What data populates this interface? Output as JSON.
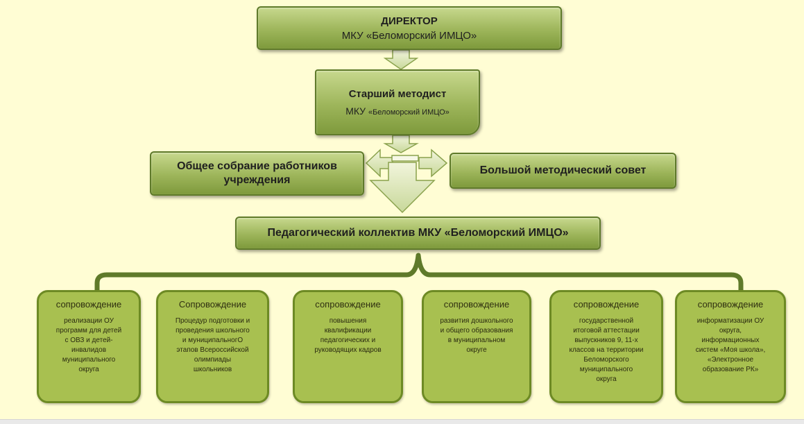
{
  "director": {
    "title": "ДИРЕКТОР",
    "org": "МКУ «Беломорский ИМЦО»"
  },
  "methodist": {
    "title": "Старший методист",
    "org_prefix": "МКУ ",
    "org_rest": "«Беломорский ИМЦО»"
  },
  "assembly": {
    "line1": "Общее собрание работников",
    "line2": "учреждения"
  },
  "council": {
    "title": "Большой методический совет"
  },
  "collective": {
    "title": "Педагогический коллектив МКУ «Беломорский ИМЦО»"
  },
  "cards": [
    {
      "title": "сопровождение",
      "lines": [
        "реализации ОУ",
        "программ для детей",
        "с ОВЗ и детей-",
        "инвалидов",
        "муниципального",
        "округа"
      ]
    },
    {
      "title": "Сопровождение",
      "lines": [
        "Процедур подготовки и",
        "проведения школьного",
        "и муниципальногО",
        "этапов Всероссийской",
        "олимпиады",
        "школьников"
      ]
    },
    {
      "title": "сопровождение",
      "lines": [
        "повышения",
        "квалификации",
        "педагогических и",
        "руководящих кадров"
      ]
    },
    {
      "title": "сопровождение",
      "lines": [
        "развития дошкольного",
        "и общего образования",
        "в муниципальном",
        "округе"
      ]
    },
    {
      "title": "сопровождение",
      "lines": [
        "государственной",
        "итоговой аттестации",
        "выпускников 9, 11-х",
        "классов на территории",
        "Беломорского",
        "муниципального",
        "округа"
      ]
    },
    {
      "title": "сопровождение",
      "lines": [
        "информатизации ОУ",
        "округа,",
        "информационных",
        "систем «Моя школа»,",
        "«Электронное",
        "образование РК»"
      ]
    }
  ],
  "colors": {
    "background": "#fffdd4",
    "box_gradient_top": "#c7d88d",
    "box_gradient_bottom": "#7e9a3c",
    "card_fill": "#a8c050",
    "card_border": "#6d8a24",
    "brace": "#5f7a2a"
  }
}
